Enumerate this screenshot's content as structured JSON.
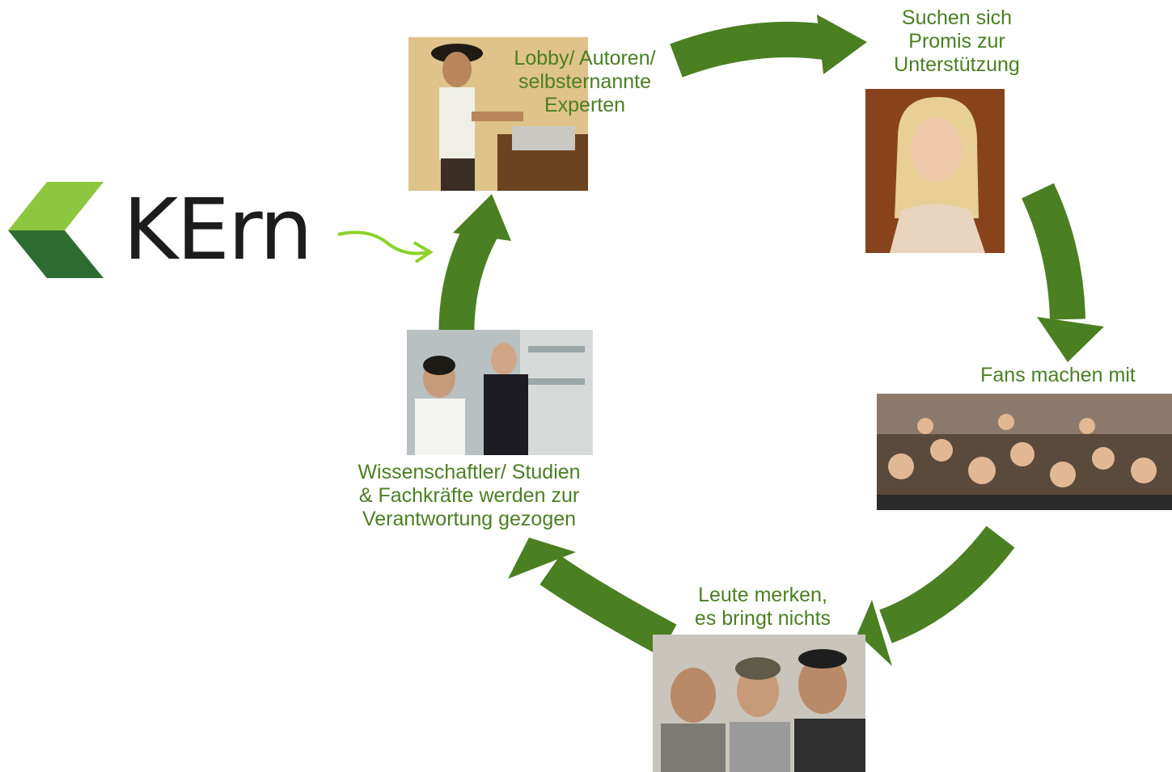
{
  "logo": {
    "text": "KErn",
    "colors": {
      "light": "#8dc63f",
      "dark": "#2e6b30",
      "text": "#1c1c1c"
    }
  },
  "colors": {
    "arrow": "#4a7f22",
    "label": "#4a7f22",
    "pointer": "#8dd12b"
  },
  "steps": [
    {
      "label": "Lobby/ Autoren/\nselbsternannte\nExperten",
      "image": "man-at-typewriter"
    },
    {
      "label": "Suchen sich\nPromis zur\nUnterstützung",
      "image": "celebrity-portrait"
    },
    {
      "label": "Fans machen mit",
      "image": "cheering-crowd"
    },
    {
      "label": "Leute merken,\nes bringt nichts",
      "image": "disappointed-men"
    },
    {
      "label": "Wissenschaftler/ Studien\n& Fachkräfte werden zur\nVerantwortung gezogen",
      "image": "scientists-in-lab"
    }
  ]
}
